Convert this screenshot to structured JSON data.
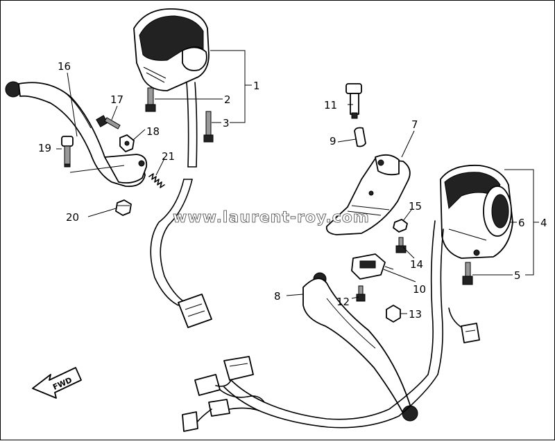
{
  "watermark": "www.laurent-roy.com",
  "fwd_label": "FWD",
  "callouts": [
    {
      "id": "c1",
      "text": "1"
    },
    {
      "id": "c2",
      "text": "2"
    },
    {
      "id": "c3",
      "text": "3"
    },
    {
      "id": "c4",
      "text": "4"
    },
    {
      "id": "c5",
      "text": "5"
    },
    {
      "id": "c6",
      "text": "6"
    },
    {
      "id": "c7",
      "text": "7"
    },
    {
      "id": "c8",
      "text": "8"
    },
    {
      "id": "c9",
      "text": "9"
    },
    {
      "id": "c10",
      "text": "10"
    },
    {
      "id": "c11",
      "text": "11"
    },
    {
      "id": "c12",
      "text": "12"
    },
    {
      "id": "c13",
      "text": "13"
    },
    {
      "id": "c14",
      "text": "14"
    },
    {
      "id": "c15",
      "text": "15"
    },
    {
      "id": "c16",
      "text": "16"
    },
    {
      "id": "c17",
      "text": "17"
    },
    {
      "id": "c18",
      "text": "18"
    },
    {
      "id": "c19",
      "text": "19"
    },
    {
      "id": "c20",
      "text": "20"
    },
    {
      "id": "c21",
      "text": "21"
    }
  ]
}
